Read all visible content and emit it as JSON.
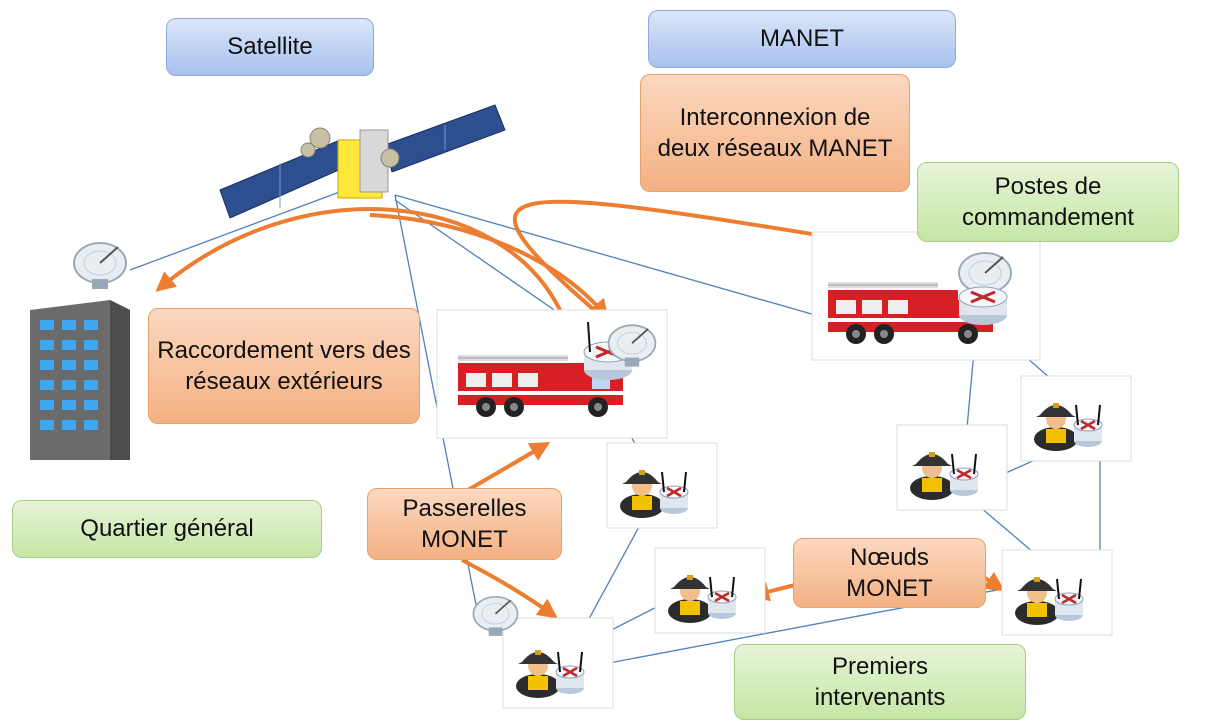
{
  "labels": {
    "satellite": "Satellite",
    "manet": "MANET",
    "interconnexion": "Interconnexion de deux réseaux MANET",
    "postes": "Postes de commandement",
    "raccordement": "Raccordement vers des réseaux extérieurs",
    "quartier": "Quartier général",
    "passerelles": "Passerelles MONET",
    "noeuds": "Nœuds MONET",
    "premiers": "Premiers intervenants"
  },
  "colors": {
    "blue_box": "#a7c1ee",
    "orange_box": "#f4b183",
    "green_box": "#c6e6a6",
    "link_line": "#4f81bd",
    "arrow": "#ed7d31"
  },
  "icons": [
    "satellite-icon",
    "satellite-dish-icon",
    "building-icon",
    "fire-truck-icon",
    "firefighter-icon",
    "radio-node-icon"
  ]
}
